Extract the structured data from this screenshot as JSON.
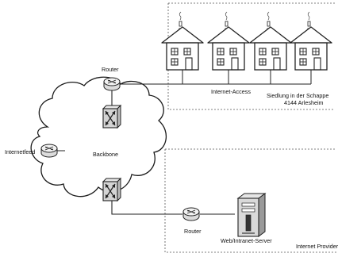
{
  "labels": {
    "router_top": "Router",
    "internet_access": "Internet-Access",
    "settlement_line1": "Siedlung in der Schappe",
    "settlement_line2": "4144 Arlesheim",
    "internetfeed": "Internetfeed",
    "backbone": "Backbone",
    "router_bottom": "Router",
    "server": "Web/Intranet-Server",
    "provider": "Internet Provider"
  }
}
